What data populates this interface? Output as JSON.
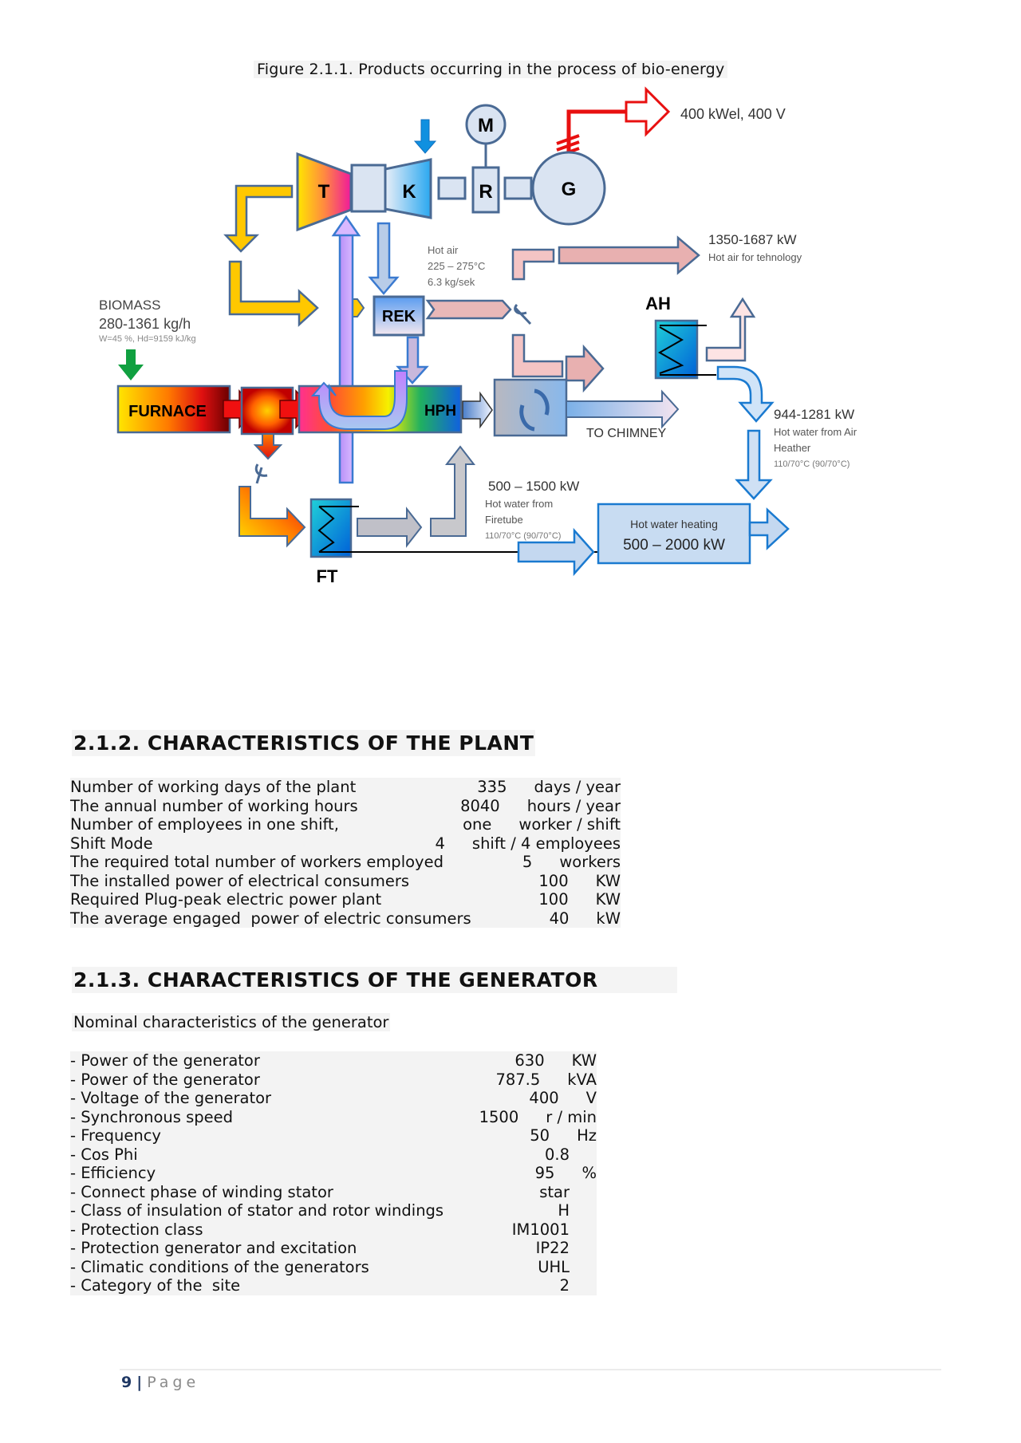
{
  "figure": {
    "caption": "Figure 2.1.1. Products occurring in the process of bio-energy",
    "components": {
      "turbine": "T",
      "compressor": "K",
      "motor": "M",
      "reducer": "R",
      "generator": "G",
      "recuperator": "REK",
      "air_heater": "AH",
      "furnace": "FURNACE",
      "hph": "HPH",
      "firetube": "FT"
    },
    "labels": {
      "electric_output": "400 kWel, 400 V",
      "hot_air_tech_power": "1350-1687 kW",
      "hot_air_tech_desc": "Hot air for tehnology",
      "hot_air_title": "Hot air",
      "hot_air_temp": "225 – 275°C",
      "hot_air_flow": "6.3 kg/sek",
      "biomass_title": "BIOMASS",
      "biomass_rate": "280-1361 kg/h",
      "biomass_props": "W=45 %, Hd=9159 kJ/kg",
      "to_chimney": "TO CHIMNEY",
      "ah_water_power": "944-1281 kW",
      "ah_water_desc1": "Hot water from Air",
      "ah_water_desc2": "Heather",
      "ah_water_temp": "110/70°C (90/70°C)",
      "ft_water_power": "500 – 1500  kW",
      "ft_water_desc1": "Hot water from",
      "ft_water_desc2": "Firetube",
      "ft_water_temp": "110/70°C (90/70°C)",
      "hot_water_heating_title": "Hot water heating",
      "hot_water_heating_power": "500 – 2000 kW"
    }
  },
  "plant": {
    "heading": "2.1.2. CHARACTERISTICS OF THE PLANT",
    "rows": [
      {
        "label": "Number of working days of the plant",
        "value": "335",
        "unit": "days / year"
      },
      {
        "label": "The annual number of working hours",
        "value": "8040",
        "unit": "hours / year"
      },
      {
        "label": "Number of employees in one shift,",
        "value": "one",
        "unit": "worker / shift"
      },
      {
        "label": "Shift Mode",
        "value": "4",
        "unit": "shift / 4 employees"
      },
      {
        "label": "The required total number of workers employed",
        "value": "5",
        "unit": "workers"
      },
      {
        "label": "The installed power of electrical consumers",
        "value": "100",
        "unit": "KW"
      },
      {
        "label": "Required Plug-peak electric power plant",
        "value": "100",
        "unit": "KW"
      },
      {
        "label": "The average engaged  power of electric consumers",
        "value": "40",
        "unit": "kW"
      }
    ]
  },
  "generator": {
    "heading": "2.1.3. CHARACTERISTICS OF THE GENERATOR",
    "subheading": "Nominal characteristics of the generator",
    "rows": [
      {
        "label": "- Power of the generator",
        "value": "630",
        "unit": "KW"
      },
      {
        "label": "- Power of the generator",
        "value": "787.5",
        "unit": "kVA"
      },
      {
        "label": "- Voltage of the generator",
        "value": "400",
        "unit": "V"
      },
      {
        "label": "- Synchronous speed",
        "value": "1500",
        "unit": "r / min"
      },
      {
        "label": "- Frequency",
        "value": "50",
        "unit": "Hz"
      },
      {
        "label": "- Cos Phi",
        "value": "0.8",
        "unit": ""
      },
      {
        "label": "- Efficiency",
        "value": "95",
        "unit": "%"
      },
      {
        "label": "- Connect phase of winding stator",
        "value": "star",
        "unit": ""
      },
      {
        "label": "- Class of insulation of stator and rotor windings",
        "value": "H",
        "unit": ""
      },
      {
        "label": "- Protection class",
        "value": "IM1001",
        "unit": ""
      },
      {
        "label": "- Protection generator and excitation",
        "value": "IP22",
        "unit": ""
      },
      {
        "label": "- Climatic conditions of the generators",
        "value": "UHL",
        "unit": ""
      },
      {
        "label": "- Category of the  site",
        "value": "2",
        "unit": ""
      }
    ]
  },
  "footer": {
    "page_number": "9",
    "separator": "|",
    "page_word": "Page"
  }
}
